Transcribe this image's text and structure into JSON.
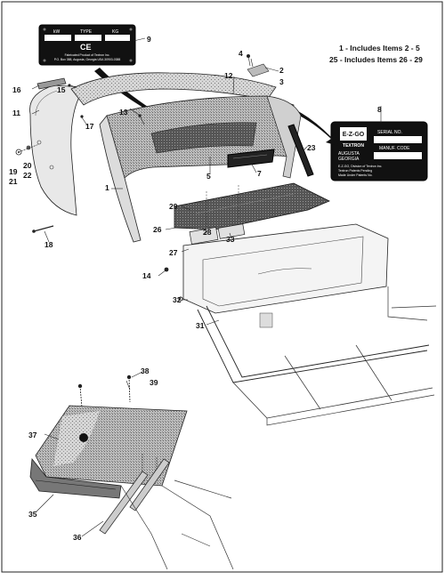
{
  "notes": [
    "1 - Includes Items 2 - 5",
    "25 - Includes Items 26 - 29"
  ],
  "plate_top": {
    "headers": [
      "kW",
      "TYPE",
      "KG"
    ],
    "ce_mark": "CE",
    "fine_print": [
      "Fabricated Product of Textron Inc.",
      "P.O. Box 388, Augusta, Georgia USA 30903-0388"
    ]
  },
  "plate_serial": {
    "brand": "E-Z-GO",
    "sub_brand": "TEXTRON",
    "serial_label": "SERIAL NO.",
    "city": "AUGUSTA",
    "state": "GEORGIA",
    "manuf_label": "MANUF. CODE",
    "fine_print": [
      "E-Z-GO, Division of Textron Inc.",
      "Textron Patents Pending",
      "Made Under Patents No."
    ]
  },
  "callouts": [
    {
      "id": "c1",
      "text": "1"
    },
    {
      "id": "c2",
      "text": "2"
    },
    {
      "id": "c3",
      "text": "3"
    },
    {
      "id": "c4",
      "text": "4"
    },
    {
      "id": "c5",
      "text": "5"
    },
    {
      "id": "c7",
      "text": "7"
    },
    {
      "id": "c8",
      "text": "8"
    },
    {
      "id": "c9",
      "text": "9"
    },
    {
      "id": "c11",
      "text": "11"
    },
    {
      "id": "c12",
      "text": "12"
    },
    {
      "id": "c13",
      "text": "13"
    },
    {
      "id": "c14",
      "text": "14"
    },
    {
      "id": "c15",
      "text": "15"
    },
    {
      "id": "c16",
      "text": "16"
    },
    {
      "id": "c17",
      "text": "17"
    },
    {
      "id": "c18",
      "text": "18"
    },
    {
      "id": "c19",
      "text": "19"
    },
    {
      "id": "c20",
      "text": "20"
    },
    {
      "id": "c21",
      "text": "21"
    },
    {
      "id": "c22",
      "text": "22"
    },
    {
      "id": "c23",
      "text": "23"
    },
    {
      "id": "c26",
      "text": "26"
    },
    {
      "id": "c27",
      "text": "27"
    },
    {
      "id": "c28",
      "text": "28"
    },
    {
      "id": "c29",
      "text": "29"
    },
    {
      "id": "c31",
      "text": "31"
    },
    {
      "id": "c32",
      "text": "32"
    },
    {
      "id": "c33",
      "text": "33"
    },
    {
      "id": "c35",
      "text": "35"
    },
    {
      "id": "c36",
      "text": "36"
    },
    {
      "id": "c37",
      "text": "37"
    },
    {
      "id": "c38",
      "text": "38"
    },
    {
      "id": "c39",
      "text": "39"
    }
  ]
}
